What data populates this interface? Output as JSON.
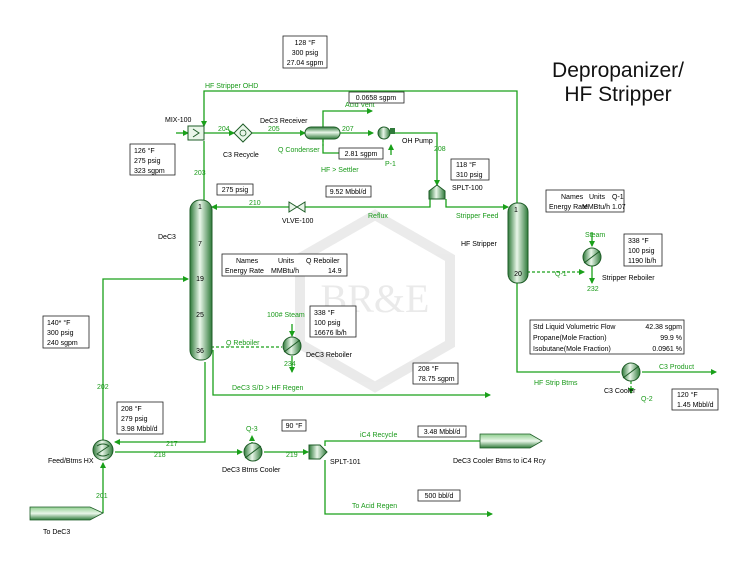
{
  "title": [
    "Depropanizer/",
    "HF Stripper"
  ],
  "watermark": "BR&E",
  "colors": {
    "stream": "#1aa01a",
    "equipment": "#2e8b3a"
  },
  "units": {
    "mix100": "MIX-100",
    "receiver": "DeC3 Receiver",
    "c3_recycle": "C3 Recycle",
    "q_condenser": "Q Condenser",
    "oh_pump": "OH Pump",
    "p1": "P-1",
    "splt100": "SPLT-100",
    "vlve100": "VLVE-100",
    "dec3": "DeC3",
    "hf_stripper": "HF Stripper",
    "stripper_reboiler": "Stripper Reboiler",
    "dec3_reboiler": "DeC3 Reboiler",
    "c3_cooler": "C3 Cooler",
    "feed_hx": "Feed/Btms HX",
    "btms_cooler": "DeC3 Btms Cooler",
    "splt101": "SPLT-101"
  },
  "tray_numbers": {
    "t1": "1",
    "t7": "7",
    "t19": "19",
    "t25": "25",
    "t36": "36",
    "s1": "1",
    "s20": "20"
  },
  "streams": {
    "hf_stripper_ohd": "HF Stripper OHD",
    "acid_vent": "Acid Vent",
    "s204": "204",
    "s205": "205",
    "s207": "207",
    "s208": "208",
    "s203": "203",
    "s210": "210",
    "hf_settler": "HF > Settler",
    "reflux": "Reflux",
    "stripper_feed": "Stripper Feed",
    "steam": "Steam",
    "q1": "Q-1",
    "s232": "232",
    "steam100": "100# Steam",
    "q_reboiler": "Q Reboiler",
    "s234": "234",
    "dec3_sd": "DeC3 S/D > HF Regen",
    "hf_strip_btms": "HF Strip Btms",
    "c3_product": "C3 Product",
    "q2": "Q-2",
    "s202": "202",
    "s217": "217",
    "s218": "218",
    "s219": "219",
    "q3": "Q-3",
    "ic4_recycle": "iC4 Recycle",
    "cooler_btms_ic4": "DeC3 Cooler Btms to iC4 Rcy",
    "to_acid_regen": "To Acid Regen",
    "s201": "201",
    "to_dec3": "To DeC3"
  },
  "boxes": {
    "ohd": [
      "128  °F",
      "300  psig",
      "27.04  sgpm"
    ],
    "vent": [
      "0.0658  sgpm"
    ],
    "settler": [
      "2.81  sgpm"
    ],
    "mix_in": [
      "126  °F",
      "275  psig",
      "323  sgpm"
    ],
    "p275": [
      "275 psig"
    ],
    "reflux_flow": [
      "9.52  Mbbl/d"
    ],
    "splt100": [
      "118  °F",
      "310  psig"
    ],
    "q1_table": [
      [
        "Names",
        "Units",
        "Q-1"
      ],
      [
        "Energy Rate",
        "MMBtu/h",
        "1.07"
      ]
    ],
    "qreb_table": [
      [
        "Names",
        "Units",
        "Q Reboiler"
      ],
      [
        "Energy Rate",
        "MMBtu/h",
        "14.9"
      ]
    ],
    "strip_reb": [
      "338  °F",
      "100  psig",
      "1190  lb/h"
    ],
    "dec3_reb": [
      "338  °F",
      "100  psig",
      "16676  lb/h"
    ],
    "feed_in": [
      "140*  °F",
      "300  psig",
      "240  sgpm"
    ],
    "sd": [
      "208  °F",
      "78.75  sgpm"
    ],
    "comp": [
      [
        "Std Liquid Volumetric Flow",
        "42.38  sgpm"
      ],
      [
        "Propane(Mole Fraction)",
        "99.9  %"
      ],
      [
        "Isobutane(Mole Fraction)",
        "0.0961  %"
      ]
    ],
    "c3_prod": [
      "120  °F",
      "1.45  Mbbl/d"
    ],
    "hx_out": [
      "208  °F",
      "279  psig",
      "3.98  Mbbl/d"
    ],
    "t90": [
      "90  °F"
    ],
    "ic4": [
      "3.48  Mbbl/d"
    ],
    "acid": [
      "500  bbl/d"
    ]
  }
}
